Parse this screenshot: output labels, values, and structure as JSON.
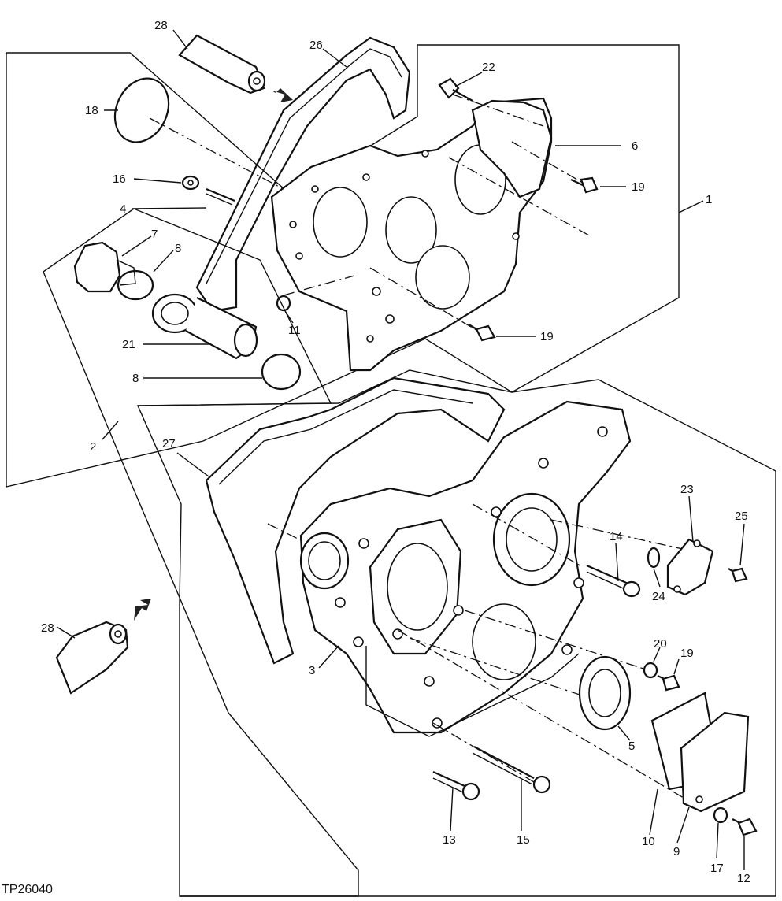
{
  "figure": {
    "id_label": "TP26040",
    "callouts": [
      {
        "id": "c28a",
        "text": "28"
      },
      {
        "id": "c26",
        "text": "26"
      },
      {
        "id": "c22",
        "text": "22"
      },
      {
        "id": "c18",
        "text": "18"
      },
      {
        "id": "c6",
        "text": "6"
      },
      {
        "id": "c16",
        "text": "16"
      },
      {
        "id": "c19a",
        "text": "19"
      },
      {
        "id": "c4",
        "text": "4"
      },
      {
        "id": "c1",
        "text": "1"
      },
      {
        "id": "c7",
        "text": "7"
      },
      {
        "id": "c8a",
        "text": "8"
      },
      {
        "id": "c11",
        "text": "11"
      },
      {
        "id": "c19b",
        "text": "19"
      },
      {
        "id": "c21",
        "text": "21"
      },
      {
        "id": "c8b",
        "text": "8"
      },
      {
        "id": "c2",
        "text": "2"
      },
      {
        "id": "c27",
        "text": "27"
      },
      {
        "id": "c23",
        "text": "23"
      },
      {
        "id": "c25",
        "text": "25"
      },
      {
        "id": "c14",
        "text": "14"
      },
      {
        "id": "c24",
        "text": "24"
      },
      {
        "id": "c28b",
        "text": "28"
      },
      {
        "id": "c20",
        "text": "20"
      },
      {
        "id": "c19c",
        "text": "19"
      },
      {
        "id": "c3",
        "text": "3"
      },
      {
        "id": "c5",
        "text": "5"
      },
      {
        "id": "c13",
        "text": "13"
      },
      {
        "id": "c15",
        "text": "15"
      },
      {
        "id": "c10",
        "text": "10"
      },
      {
        "id": "c9",
        "text": "9"
      },
      {
        "id": "c17",
        "text": "17"
      },
      {
        "id": "c12",
        "text": "12"
      }
    ]
  }
}
